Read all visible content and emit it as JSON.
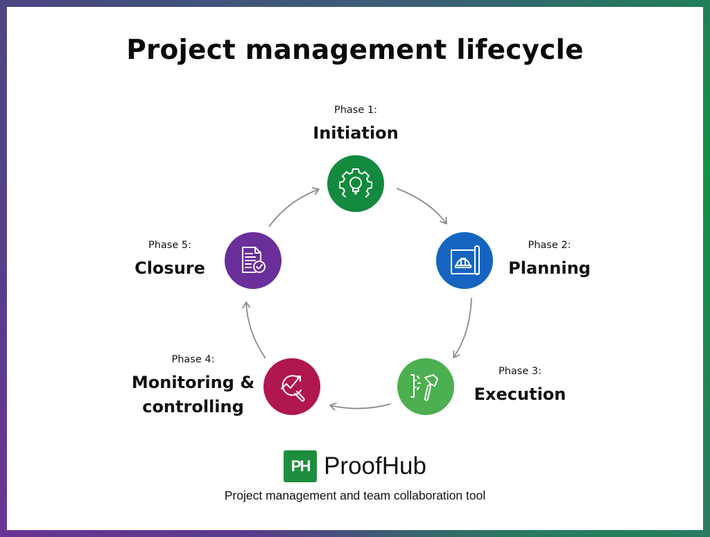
{
  "title": "Project management lifecycle",
  "colors": {
    "initiation": "#138a3e",
    "planning": "#1565c0",
    "execution": "#4caf50",
    "monitoring": "#b0164f",
    "closure": "#6a2f9a",
    "arrow": "#8a8a8a",
    "logo": "#1e8e3e"
  },
  "phases": [
    {
      "num": "Phase 1:",
      "name": "Initiation",
      "icon": "gear-lightbulb-icon"
    },
    {
      "num": "Phase 2:",
      "name": "Planning",
      "icon": "blueprint-hardhat-icon"
    },
    {
      "num": "Phase 3:",
      "name": "Execution",
      "icon": "hammer-icon"
    },
    {
      "num": "Phase 4:",
      "name_line1": "Monitoring &",
      "name_line2": "controlling",
      "icon": "chart-magnifier-icon"
    },
    {
      "num": "Phase 5:",
      "name": "Closure",
      "icon": "document-check-icon"
    }
  ],
  "brand": {
    "logo_text": "PH",
    "name": "ProofHub",
    "tagline": "Project management and team collaboration tool"
  }
}
